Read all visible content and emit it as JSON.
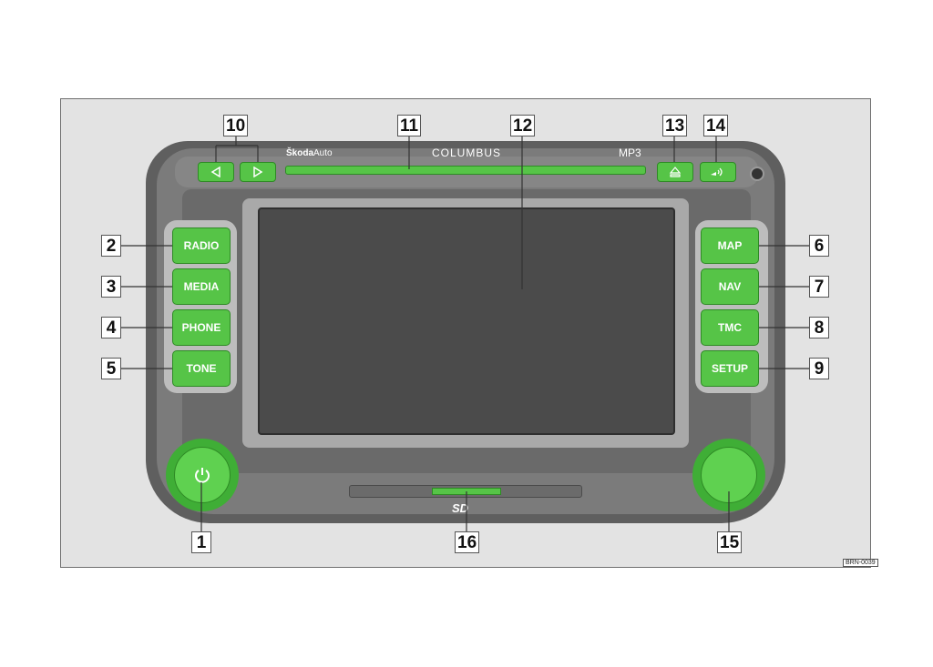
{
  "brand": {
    "name": "Škoda",
    "suffix": "Auto"
  },
  "model": "COLUMBUS",
  "format": "MP3",
  "sd_logo": "SD",
  "figure_code": "BRN-0039",
  "buttons": {
    "radio": "RADIO",
    "media": "MEDIA",
    "phone": "PHONE",
    "tone": "TONE",
    "map": "MAP",
    "nav": "NAV",
    "tmc": "TMC",
    "setup": "SETUP"
  },
  "icons": {
    "power": "power-icon",
    "prev": "triangle-left-icon",
    "next": "triangle-right-icon",
    "eject": "eject-icon",
    "voice": "voice-speaker-icon"
  },
  "colors": {
    "accent_green": "#56c447",
    "device_dark": "#5f5f5f",
    "screen": "#4b4b4b"
  },
  "callouts": [
    "1",
    "2",
    "3",
    "4",
    "5",
    "6",
    "7",
    "8",
    "9",
    "10",
    "11",
    "12",
    "13",
    "14",
    "15",
    "16"
  ]
}
